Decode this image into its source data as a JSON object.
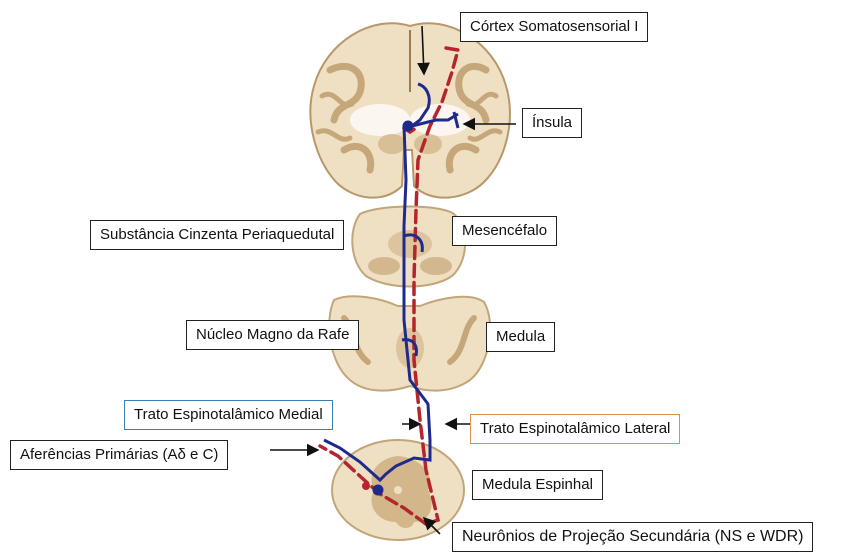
{
  "labels": {
    "cortex": "Córtex Somatosensorial I",
    "insula": "Ínsula",
    "pag": "Substância Cinzenta Periaquedutal",
    "mesencephalon": "Mesencéfalo",
    "raphe": "Núcleo Magno da Rafe",
    "medulla": "Medula",
    "medial_tract": "Trato Espinotalâmico Medial",
    "lateral_tract": "Trato Espinotalâmico Lateral",
    "afferents": "Aferências Primárias (Aδ e C)",
    "spinal_cord": "Medula Espinhal",
    "projection_neurons": "Neurônios de Projeção Secundária (NS e WDR)"
  },
  "colors": {
    "medial_pathway": "#1f2a8c",
    "lateral_pathway": "#b3262c",
    "tissue": "#efe0c4",
    "gray_matter": "#c6a779",
    "medial_tract_border": "#3c7fb2",
    "lateral_tract_border": "#d9914a"
  }
}
